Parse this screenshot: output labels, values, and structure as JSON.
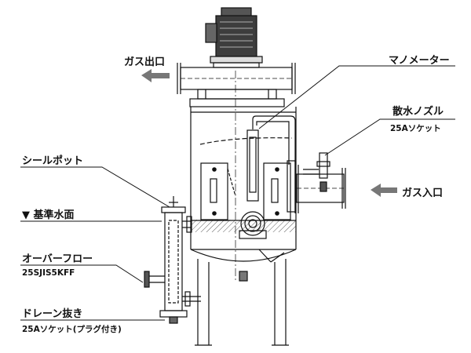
{
  "labels": {
    "gas_outlet": "ガス出口",
    "manometer": "マノメーター",
    "sprinkler_nozzle": "散水ノズル",
    "sprinkler_nozzle_spec": "25Aソケット",
    "gas_inlet": "ガス入口",
    "seal_pot": "シールポット",
    "reference_water_level": "▼ 基準水面",
    "overflow": "オーバーフロー",
    "overflow_spec": "25SJIS5KFF",
    "drain_outlet": "ドレーン抜き",
    "drain_outlet_spec": "25Aソケット(プラグ付き)"
  },
  "colors": {
    "line": "#111111",
    "arrow": "#777777",
    "motor": "#444444",
    "hatch": "#333333"
  }
}
